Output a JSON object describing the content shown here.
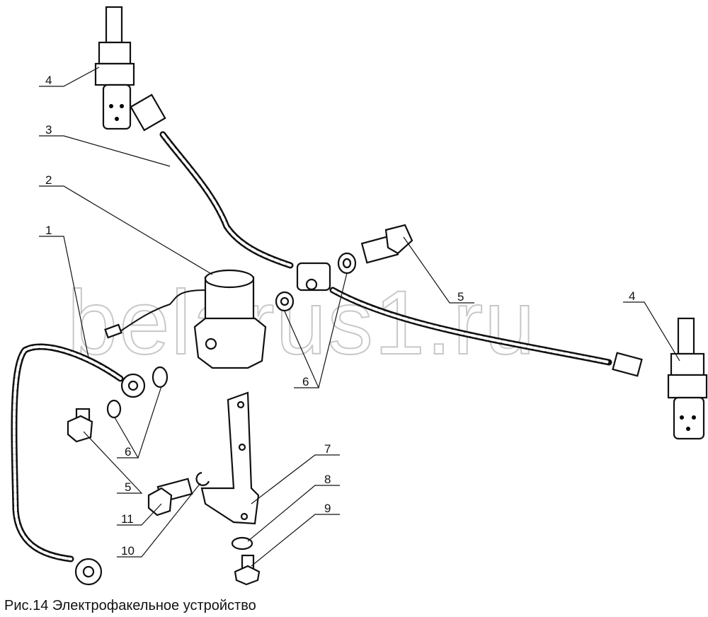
{
  "caption": "Рис.14 Электрофакельное устройство",
  "watermark": "belarus1.ru",
  "callouts": [
    {
      "id": "c4a",
      "text": "4"
    },
    {
      "id": "c3",
      "text": "3"
    },
    {
      "id": "c2",
      "text": "2"
    },
    {
      "id": "c1",
      "text": "1"
    },
    {
      "id": "c5a",
      "text": "5"
    },
    {
      "id": "c4b",
      "text": "4"
    },
    {
      "id": "c6a",
      "text": "6"
    },
    {
      "id": "c6b",
      "text": "6"
    },
    {
      "id": "c5b",
      "text": "5"
    },
    {
      "id": "c7",
      "text": "7"
    },
    {
      "id": "c8",
      "text": "8"
    },
    {
      "id": "c9",
      "text": "9"
    },
    {
      "id": "c11",
      "text": "11"
    },
    {
      "id": "c10",
      "text": "10"
    }
  ]
}
